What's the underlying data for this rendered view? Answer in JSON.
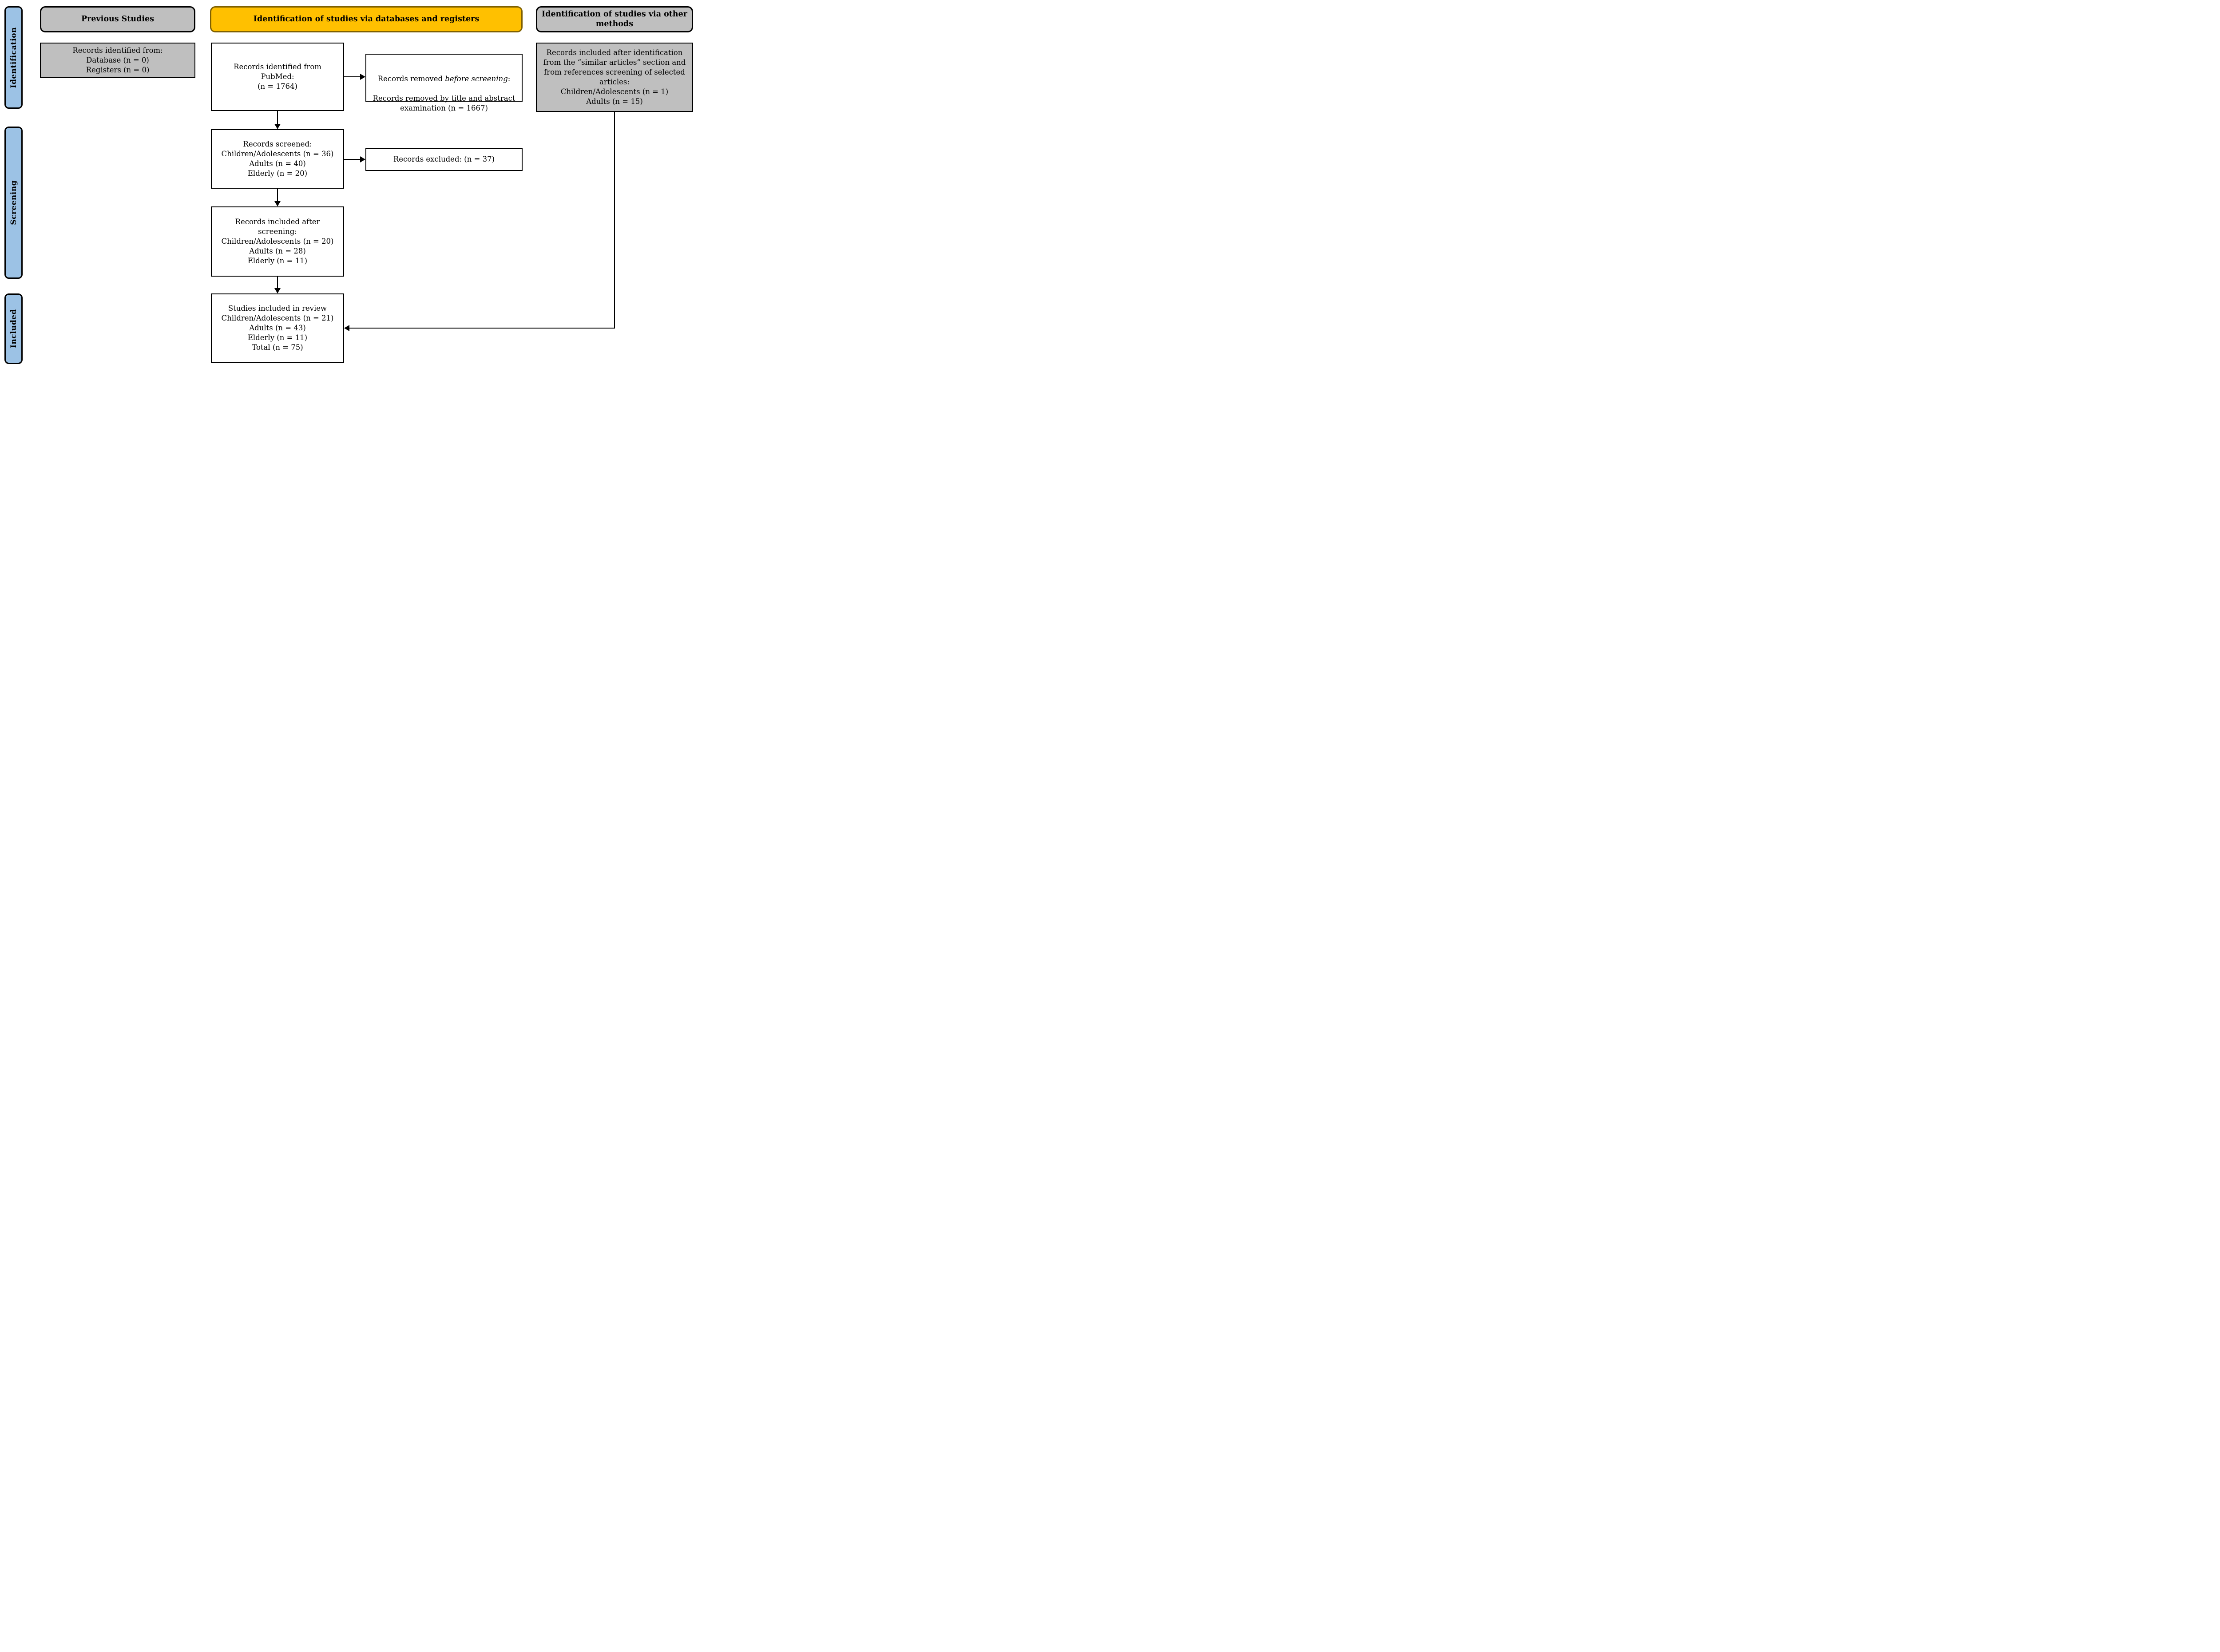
{
  "colors": {
    "gray": "#BFBFBF",
    "blue": "#9CC2E5",
    "yellow": "#FFC000",
    "yellow_border": "#7F6000",
    "line": "#000000"
  },
  "sidebar": {
    "identification": "Identification",
    "screening": "Screening",
    "included": "Included"
  },
  "headers": {
    "previous_studies": "Previous Studies",
    "databases_registers": "Identification of studies via databases and registers",
    "other_methods": "Identification of studies via other methods"
  },
  "boxes": {
    "previous_records": "Records identified from:\nDatabase (n = 0)\nRegisters (n = 0)",
    "pubmed": "Records identified from\nPubMed:\n(n = 1764)",
    "removed": {
      "prefix": "Records removed ",
      "italic": "before screening",
      "suffix": ":",
      "line2": "Records removed by title and abstract examination (n = 1667)"
    },
    "other_included": "Records included after identification\nfrom the “similar articles” section and\nfrom references screening of selected\narticles:\nChildren/Adolescents (n = 1)\nAdults (n = 15)",
    "screened": "Records screened:\nChildren/Adolescents (n = 36)\nAdults (n = 40)\nElderly (n = 20)",
    "excluded": "Records excluded: (n = 37)",
    "included_after_screening": "Records included after\nscreening:\nChildren/Adolescents (n = 20)\nAdults (n = 28)\nElderly (n = 11)",
    "studies_included": "Studies included in review\nChildren/Adolescents (n = 21)\nAdults (n = 43)\nElderly (n = 11)\nTotal (n = 75)"
  }
}
